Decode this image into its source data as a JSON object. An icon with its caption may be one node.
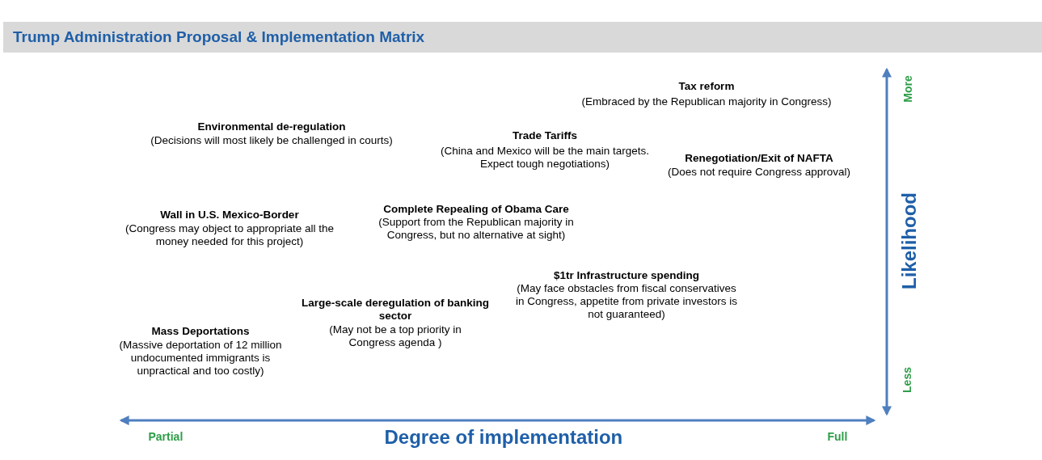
{
  "diagram": {
    "title": "Trump Administration Proposal & Implementation Matrix",
    "labels": [
      "Tax reform",
      "(Embraced by the Republican majority in Congress)",
      "More",
      "Environmental de-regulation",
      "(Decisions will most likely be challenged in courts)",
      "Trade Tariffs",
      "(China and Mexico will be the main targets. Expect tough negotiations)",
      "Renegotiation/Exit of NAFTA",
      "(Does not require Congress approval)",
      "Likelihood",
      "Wall in U.S. Mexico-Border",
      "(Congress may object to appropriate all the money needed for this project)",
      "Complete Repealing of Obama Care",
      "(Support from the Republican majority in Congress, but no alternative at sight)",
      "$1tr Infrastructure spending",
      "(May face obstacles from fiscal conservatives in Congress, appetite from private investors is not guaranteed)",
      "Large-scale deregulation of banking sector",
      "(May not be a top priority in Congress agenda )",
      "Mass Deportations",
      "(Massive deportation of 12 million undocumented immigrants is unpractical and too costly)",
      "Less",
      "Partial",
      "Degree of implementation",
      "Full"
    ]
  }
}
